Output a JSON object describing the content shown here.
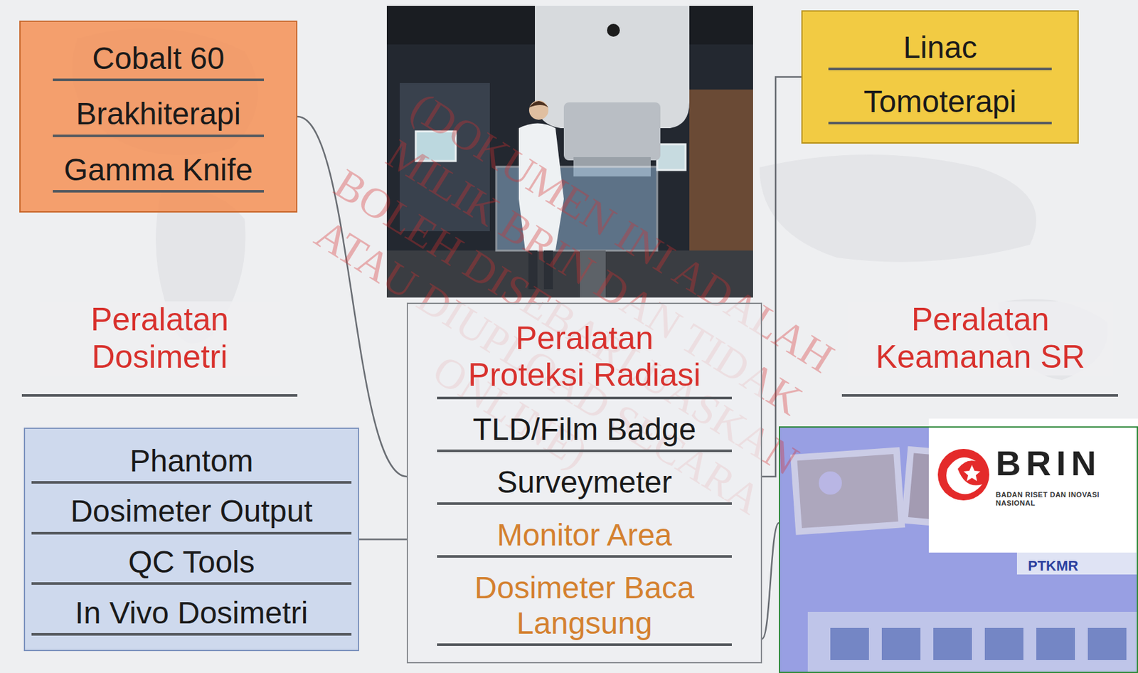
{
  "diagram": {
    "nodes": [
      {
        "text": [
          "Cobalt 60",
          "Brakhiterapi",
          "Gamma Knife"
        ]
      },
      {
        "text": [
          "Linac",
          "Tomoterapi"
        ]
      },
      {
        "text": [
          "Peralatan Proteksi Radiasi",
          "TLD/Film Badge",
          "Surveymeter",
          "Monitor Area",
          "Dosimeter Baca Langsung"
        ]
      },
      {
        "text": [
          "Phantom",
          "Dosimeter Output",
          "QC Tools",
          "In Vivo Dosimetri"
        ]
      },
      {
        "text": [
          "BRIN",
          "BADAN RISET DAN INOVASI NASIONAL",
          "PTKMR"
        ]
      }
    ],
    "edges": [
      {
        "from": 0,
        "to": 2,
        "arrow": "none"
      },
      {
        "from": 1,
        "to": 2,
        "arrow": "none"
      },
      {
        "from": 3,
        "to": 2,
        "arrow": "none"
      },
      {
        "from": 2,
        "to": 4,
        "arrow": "none"
      }
    ],
    "labels": [
      "Peralatan Dosimetri",
      "Peralatan Keamanan SR",
      "(DOKUMEN INI ADALAH",
      "MILIK BRIN DAN TIDAK",
      "BOLEH DISEBARLUASKAN",
      "ATAU DIUPLOAD SECARA",
      "ONLINE)"
    ]
  }
}
